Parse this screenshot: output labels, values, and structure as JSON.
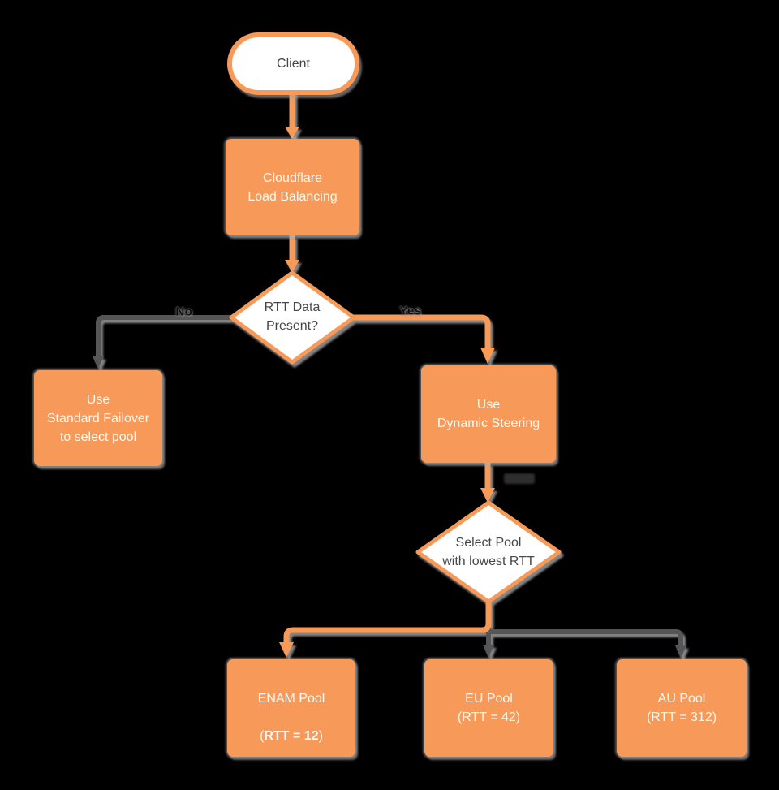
{
  "colors": {
    "orange": "#F79A59",
    "gray_connector": "#565656",
    "dark_text": "#474747",
    "text_on_orange": "#FFF9F3"
  },
  "nodes": {
    "client": {
      "label": "Client"
    },
    "load_balancing": {
      "label": "Cloudflare\nLoad Balancing"
    },
    "rtt_decision": {
      "label": "RTT Data\nPresent?"
    },
    "standard_failover": {
      "label": "Use\nStandard Failover\nto select pool"
    },
    "dynamic_steering": {
      "label": "Use\nDynamic Steering"
    },
    "select_pool": {
      "label": "Select Pool\nwith lowest RTT"
    },
    "enam_pool": {
      "line1": "ENAM Pool",
      "line2_prefix": "(",
      "line2_bold": "RTT = 12",
      "line2_suffix": ")"
    },
    "eu_pool": {
      "label": "EU Pool\n(RTT = 42)"
    },
    "au_pool": {
      "label": "AU Pool\n(RTT = 312)"
    }
  },
  "edge_labels": {
    "no": "No",
    "yes": "Yes"
  }
}
